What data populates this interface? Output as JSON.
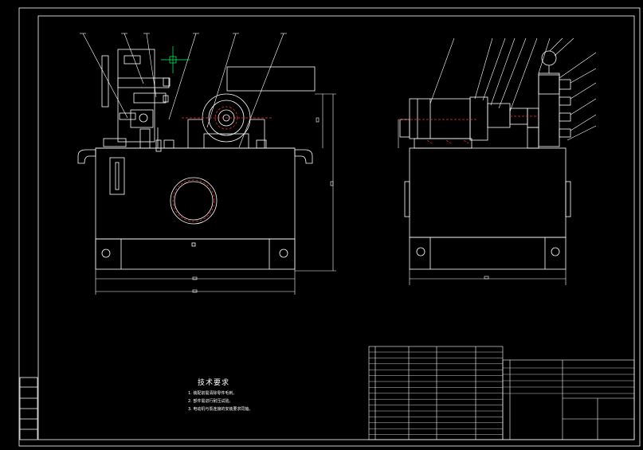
{
  "drawing": {
    "title": "CAD drawing — hydraulic power unit",
    "colors": {
      "background": "#000000",
      "line": "#ffffff",
      "hidden": "#ff3030",
      "center": "#ff3030",
      "dimension": "#ffffff",
      "cursor": "#00ff66"
    }
  },
  "notes": {
    "title": "技术要求",
    "items": [
      "1. 装配前需清除零件毛刺。",
      "2. 部件需进行耐压试验。",
      "3. 电动机与泵连接的安装要求同轴。"
    ]
  }
}
